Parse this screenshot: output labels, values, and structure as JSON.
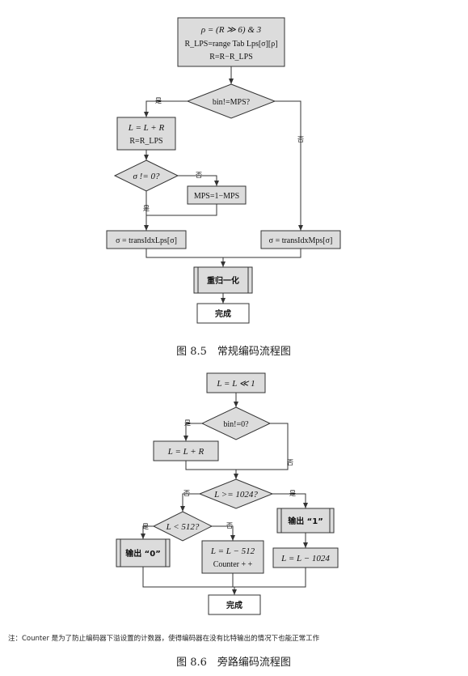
{
  "fig1": {
    "init_line1": "ρ = (R ≫ 6) & 3",
    "init_line2": "R_LPS=range Tab Lps[σ][ρ]",
    "init_line3": "R=R−R_LPS",
    "dec_bin": "bin!=MPS?",
    "yes1": "是",
    "no1": "否",
    "lr_line1": "L = L + R",
    "lr_line2": "R=R_LPS",
    "dec_sigma": "σ != 0?",
    "yes2": "是",
    "no2": "否",
    "mps_box": "MPS=1−MPS",
    "lps_box": "σ = transIdxLps[σ]",
    "mps_trans": "σ = transIdxMps[σ]",
    "renorm": "重归一化",
    "done": "完成",
    "caption": "图 8.5　常规编码流程图"
  },
  "fig2": {
    "shift": "L = L ≪ 1",
    "dec_bin": "bin!=0?",
    "yes1": "是",
    "no1": "否",
    "add": "L = L + R",
    "dec_1024": "L >= 1024?",
    "no2": "否",
    "yes2": "是",
    "dec_512": "L < 512?",
    "yes3": "是",
    "no3": "否",
    "out0": "输出 “0”",
    "sub512_line1": "L = L − 512",
    "sub512_line2": "Counter + +",
    "out1": "输出 “1”",
    "sub1024": "L = L − 1024",
    "done": "完成",
    "note": "注：Counter 是为了防止编码器下溢设置的计数器，使得编码器在没有比特输出的情况下也能正常工作",
    "caption": "图 8.6　旁路编码流程图"
  }
}
